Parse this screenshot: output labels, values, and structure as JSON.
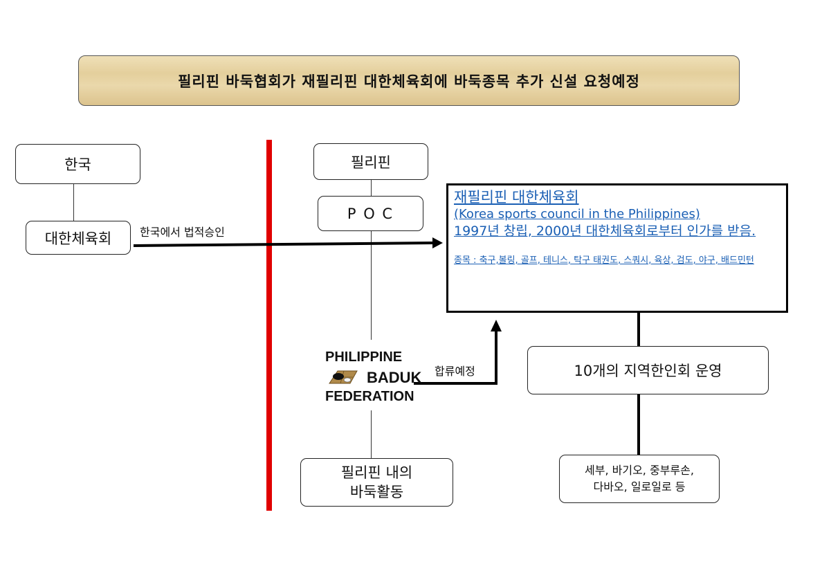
{
  "banner": {
    "title": "필리핀 바둑협회가  재필리핀 대한체육회에 바둑종목 추가 신설 요청예정"
  },
  "left": {
    "korea": "한국",
    "korean_council": "대한체육회",
    "approval_label": "한국에서 법적승인"
  },
  "right": {
    "philippines": "필리핀",
    "poc": "P O C",
    "ksc": {
      "title": "재필리핀 대한체육회",
      "english": " (Korea sports council in the Philippines)",
      "history": "1997년 창립, 2000년 대한체육회로부터 인가를 받음.",
      "sports": "종목 : 축구,볼링, 골프, 테니스, 탁구 태권도, 스쿼시, 육상, 검도, 야구, 배드민턴"
    },
    "federation": {
      "line1": "PHILIPPINE",
      "line2": "BADUK",
      "line3": "FEDERATION"
    },
    "merge_label": "합류예정",
    "local_activity": {
      "line1": "필리핀 내의",
      "line2": "바둑활동"
    },
    "regional": "10개의 지역한인회 운영",
    "regions": {
      "line1": "세부, 바기오, 중부루손,",
      "line2": "다바오, 일로일로 등"
    }
  },
  "colors": {
    "divider": "#e00000",
    "link": "#1a5fb4",
    "banner_bg": "#e8d3a2"
  }
}
